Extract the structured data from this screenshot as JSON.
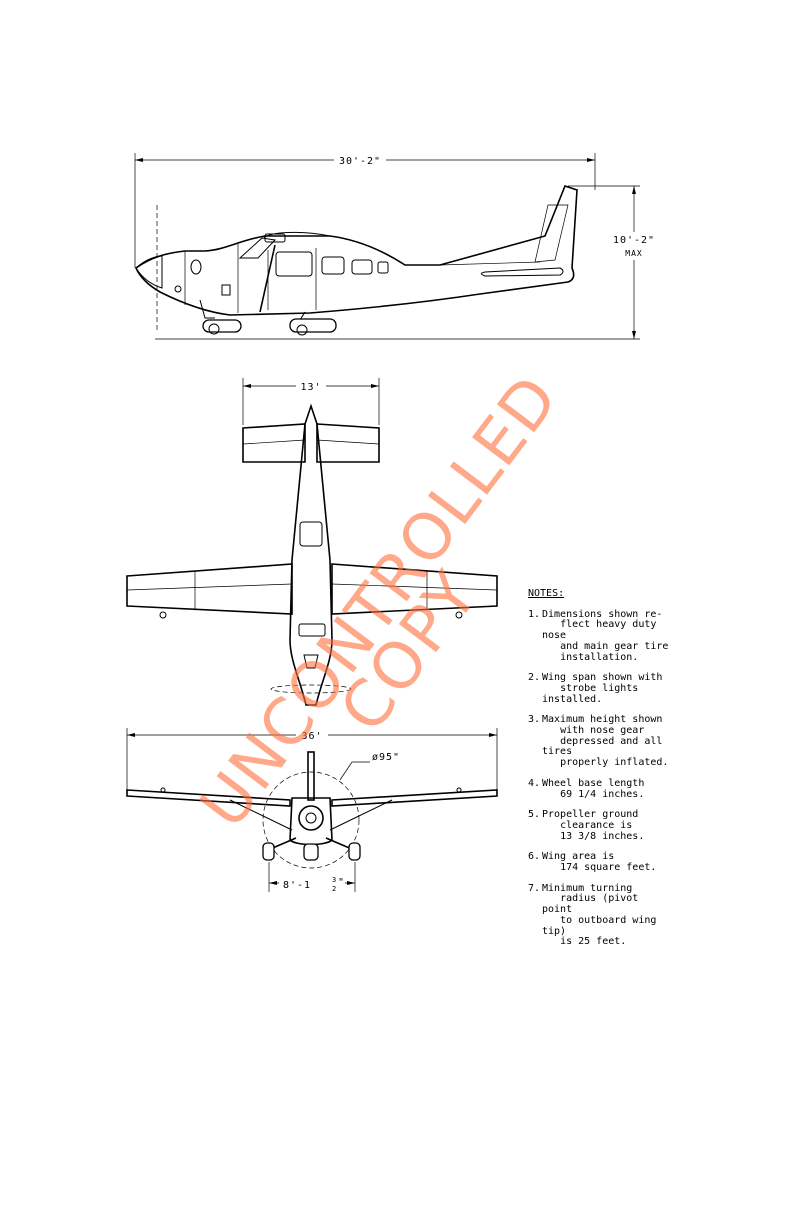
{
  "dimensions": {
    "length": "30'-2\"",
    "height": "10'-2\"",
    "height_note": "MAX",
    "tail_span": "13'",
    "wing_span": "36'",
    "prop_diameter": "ø95\"",
    "tread_main": "8'-1",
    "tread_frac_num": "3",
    "tread_frac_den": "2",
    "tread_inch": "\""
  },
  "notes": {
    "header": "NOTES:",
    "items": [
      {
        "num": "1.",
        "text": "Dimensions shown re-\n   flect heavy duty nose\n   and main gear tire\n   installation."
      },
      {
        "num": "2.",
        "text": "Wing span shown with\n   strobe lights installed."
      },
      {
        "num": "3.",
        "text": "Maximum height shown\n   with nose gear\n   depressed and all tires\n   properly inflated."
      },
      {
        "num": "4.",
        "text": "Wheel base length\n   69 1/4 inches."
      },
      {
        "num": "5.",
        "text": "Propeller ground\n   clearance is\n   13 3/8 inches."
      },
      {
        "num": "6.",
        "text": "Wing area is\n   174 square feet."
      },
      {
        "num": "7.",
        "text": "Minimum turning\n   radius (pivot point\n   to outboard wing tip)\n   is 25 feet."
      }
    ]
  },
  "stamp": {
    "line1": "UNCONTROLLED",
    "line2": "COPY",
    "color": "#ff7040"
  }
}
